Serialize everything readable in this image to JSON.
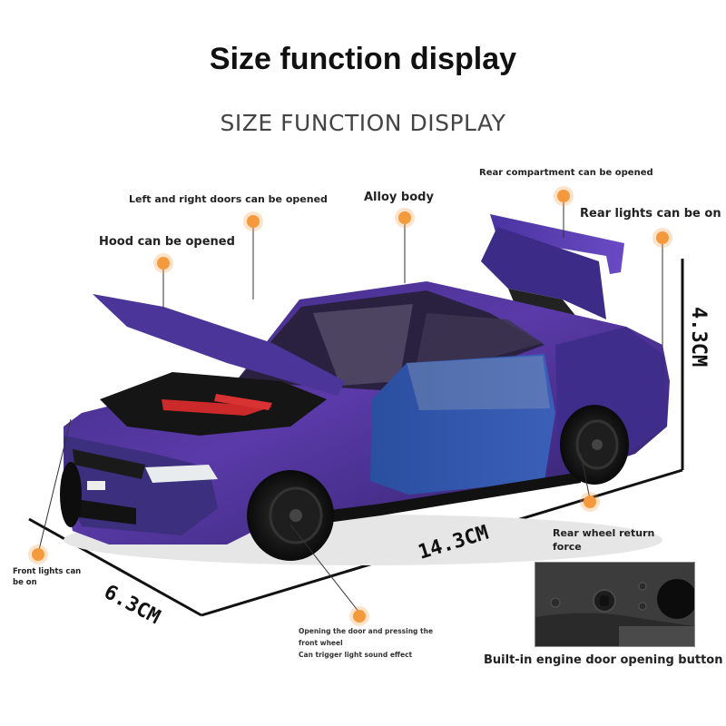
{
  "title": "Size function display",
  "subtitle": "SIZE FUNCTION DISPLAY",
  "callouts": {
    "hood": "Hood can be opened",
    "doors": "Left and right doors can be opened",
    "alloy": "Alloy body",
    "rear_compartment": "Rear compartment can be opened",
    "rear_lights": "Rear lights can be on",
    "front_lights_1": "Front lights can",
    "front_lights_2": "be on",
    "rear_wheel_1": "Rear wheel return",
    "rear_wheel_2": "force",
    "door_sound_1": "Opening the door and pressing the",
    "door_sound_2": "front wheel",
    "door_sound_3": "Can trigger light sound effect",
    "engine_button": "Built-in engine door opening button"
  },
  "dimensions": {
    "length": "14.3CM",
    "width": "6.3CM",
    "height": "4.3CM"
  },
  "colors": {
    "accent_dot": "#f59a3c",
    "car_body": "#4a2f8f"
  }
}
